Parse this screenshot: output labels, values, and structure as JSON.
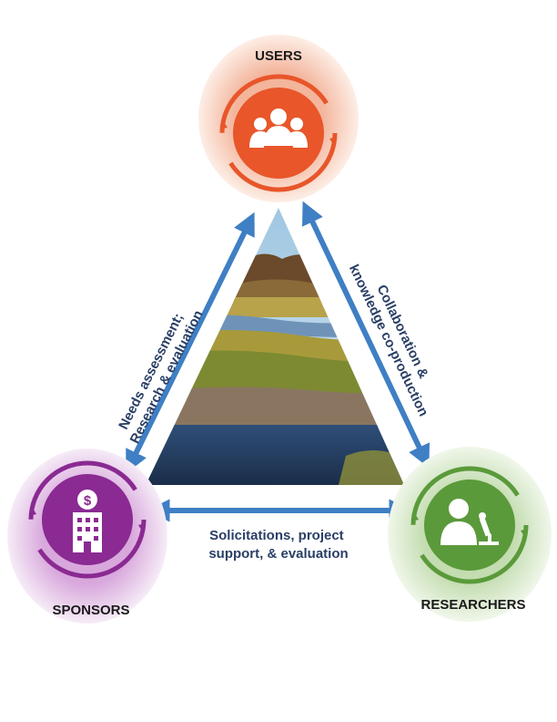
{
  "nodes": {
    "users": {
      "label": "USERS",
      "color": "#e8562a",
      "halo": "#f6c4b0"
    },
    "sponsors": {
      "label": "SPONSORS",
      "color": "#8a2a92",
      "halo": "#dcb4e0",
      "icon_text": "$"
    },
    "researchers": {
      "label": "RESEARCHERS",
      "color": "#5a9a3a",
      "halo": "#c9e1b8"
    }
  },
  "edges": {
    "left": {
      "line1": "Needs assessment;",
      "line2": "Research & evaluation"
    },
    "right": {
      "line1": "Collaboration &",
      "line2": "knowledge co-production"
    },
    "bottom": {
      "line1": "Solicitations, project",
      "line2": "support, & evaluation"
    }
  },
  "colors": {
    "arrow": "#3f7fc4",
    "text": "#2a3f66"
  },
  "icons": {
    "users": "group-of-people-icon",
    "sponsors": "building-with-dollar-icon",
    "researchers": "person-with-microscope-icon",
    "center": "salt-marsh-photo"
  }
}
